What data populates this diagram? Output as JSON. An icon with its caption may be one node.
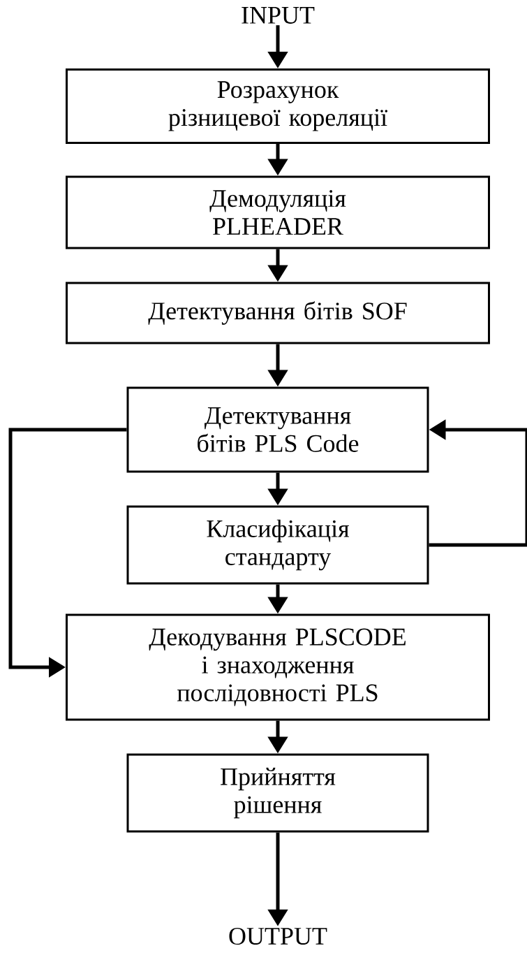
{
  "diagram": {
    "nodes": [
      {
        "text": [
          "INPUT"
        ]
      },
      {
        "text": [
          "Розрахунок різницевої кореляції"
        ]
      },
      {
        "text": [
          "Демодуляція PLHEADER"
        ]
      },
      {
        "text": [
          "Детектування бітів SOF"
        ]
      },
      {
        "text": [
          "Детектування бітів PLS Code"
        ]
      },
      {
        "text": [
          "Класифікація стандарту"
        ]
      },
      {
        "text": [
          "Декодування PLSCODE і знаходження послідовності PLS"
        ]
      },
      {
        "text": [
          "Прийняття рішення"
        ]
      },
      {
        "text": [
          "OUTPUT"
        ]
      }
    ],
    "edges": [
      {
        "from": 0,
        "to": 1,
        "arrow": "to"
      },
      {
        "from": 1,
        "to": 2,
        "arrow": "to"
      },
      {
        "from": 2,
        "to": 3,
        "arrow": "to"
      },
      {
        "from": 3,
        "to": 4,
        "arrow": "to"
      },
      {
        "from": 4,
        "to": 5,
        "arrow": "to"
      },
      {
        "from": 5,
        "to": 4,
        "arrow": "to"
      },
      {
        "from": 4,
        "to": 6,
        "arrow": "to"
      },
      {
        "from": 5,
        "to": 6,
        "arrow": "to"
      },
      {
        "from": 6,
        "to": 7,
        "arrow": "to"
      },
      {
        "from": 7,
        "to": 8,
        "arrow": "to"
      }
    ]
  }
}
